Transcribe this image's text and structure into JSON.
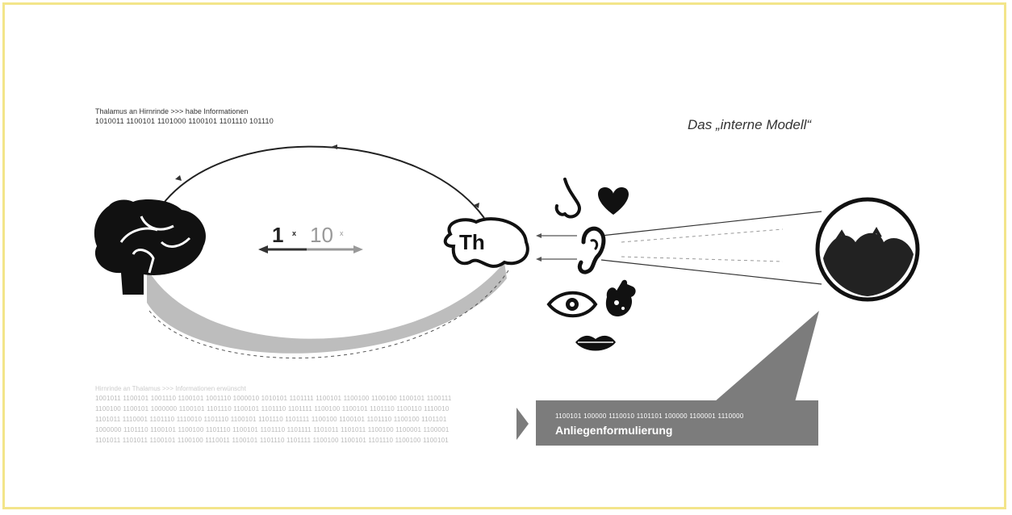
{
  "top_text": {
    "line1": "Thalamus an Hirnrinde >>> habe Informationen",
    "line2": "1010011 1100101 1101000 1100101 1101110 101110"
  },
  "title": "Das „interne Modell“",
  "ratio": {
    "one": "1",
    "one_suffix": "x",
    "ten": "10",
    "ten_suffix": "x"
  },
  "thalamus_label": "Th",
  "bottom_text": {
    "heading": "Hirnrinde an Thalamus >>> Informationen erwünscht",
    "lines": [
      "1001011 1100101 1001110 1100101 1001110 1000010 1010101 1101111 1100101 1100100 1100100 1100101 1100111",
      "1100100 1100101 1000000 1100101 1101110 1100101 1101110 1101111 1100100 1100101 1101110 1100110 1110010",
      "1101011 1110001 1101110 1110010 1101110 1100101 1101110 1101111 1100100 1100101 1101110 1100100 1101101",
      "1000000 1101110 1100101 1100100 1101110 1100101 1101110 1101111 1101011 1101011 1100100 1100001 1100001",
      "1101011 1101011 1100101 1100100 1110011 1100101 1101110 1101111 1100100 1100101 1101110 1100100 1100101"
    ]
  },
  "box": {
    "code": "1100101 100000 1110010 1101101 100000 1100001 1110000",
    "title": "Anliegenformulierung"
  },
  "icons": [
    "brain-icon",
    "nose-icon",
    "heart-icon",
    "ear-icon",
    "eye-icon",
    "hand-icon",
    "mouth-icon",
    "thalamus-blob-icon",
    "internal-model-circle-icon"
  ],
  "colors": {
    "frame": "#f3e58a",
    "band": "#bdbdbd",
    "box": "#7c7c7c",
    "ink": "#111111"
  }
}
